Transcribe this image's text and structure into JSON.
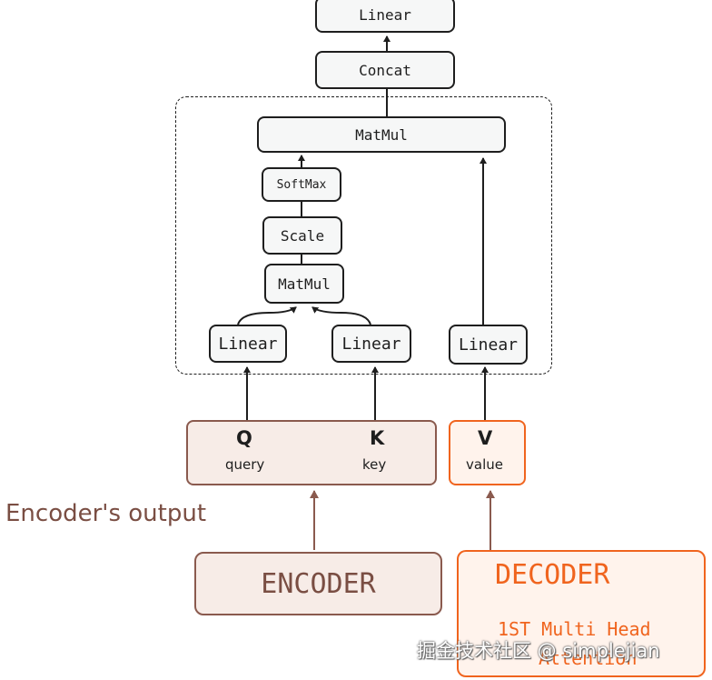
{
  "diagram": {
    "top_linear": "Linear",
    "concat": "Concat",
    "matmul_top": "MatMul",
    "softmax": "SoftMax",
    "scale": "Scale",
    "matmul_bottom": "MatMul",
    "linear_q": "Linear",
    "linear_k": "Linear",
    "linear_v": "Linear",
    "q_letter": "Q",
    "q_sub": "query",
    "k_letter": "K",
    "k_sub": "key",
    "v_letter": "V",
    "v_sub": "value",
    "encoder_output_label": "Encoder's output",
    "encoder": "ENCODER",
    "decoder": "DECODER",
    "decoder_sub_line1": "1ST Multi Head",
    "decoder_sub_line2": "Attention"
  },
  "watermark": "掘金技术社区 @ simplejian",
  "colors": {
    "stroke": "#1e1e1e",
    "node_fill": "#f6f7f7",
    "encoder_brown": "#8a5a4e",
    "encoder_fill": "#f7ece7",
    "decoder_orange": "#f0641e",
    "decoder_fill": "#fff3ec"
  }
}
